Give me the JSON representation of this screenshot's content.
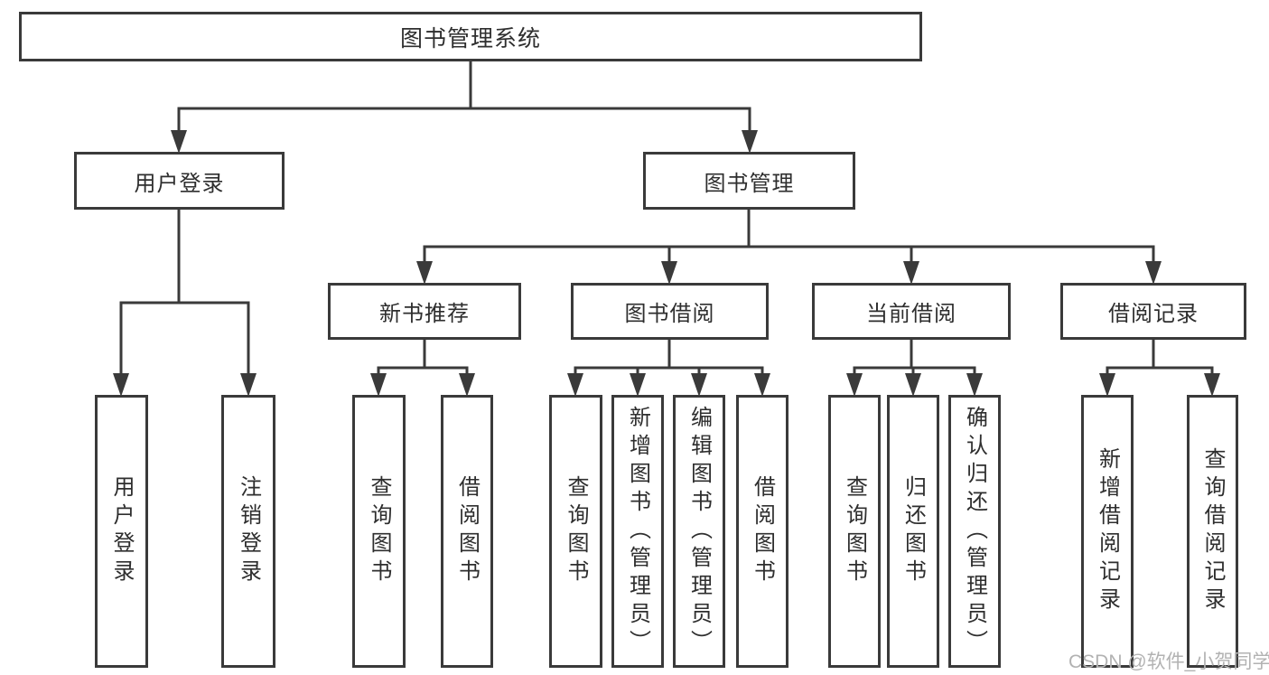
{
  "diagram": {
    "title": "图书管理系统",
    "root": "图书管理系统",
    "level2": {
      "user_login": "用户登录",
      "book_management": "图书管理"
    },
    "level3": {
      "new_book_rec": "新书推荐",
      "book_borrow": "图书借阅",
      "current_borrow": "当前借阅",
      "borrow_records": "借阅记录"
    },
    "leaves": {
      "user_login_leaf": "用户登录",
      "logout": "注销登录",
      "rec_query_book": "查询图书",
      "rec_borrow_book": "借阅图书",
      "bb_query_book": "查询图书",
      "bb_add_book": "新增图书（管理员）",
      "bb_edit_book": "编辑图书（管理员）",
      "bb_borrow_book": "借阅图书",
      "cb_query_book": "查询图书",
      "cb_return_book": "归还图书",
      "cb_confirm_return": "确认归还（管理员）",
      "br_add_record": "新增借阅记录",
      "br_query_record": "查询借阅记录"
    }
  },
  "watermark": "CSDN @软件_小贺同学",
  "colors": {
    "line": "#3a3a3a",
    "box_border": "#3a3a3a",
    "box_fill": "#ffffff",
    "text": "#2e2e2e",
    "watermark": "#b2b2b2",
    "background": "#ffffff"
  }
}
